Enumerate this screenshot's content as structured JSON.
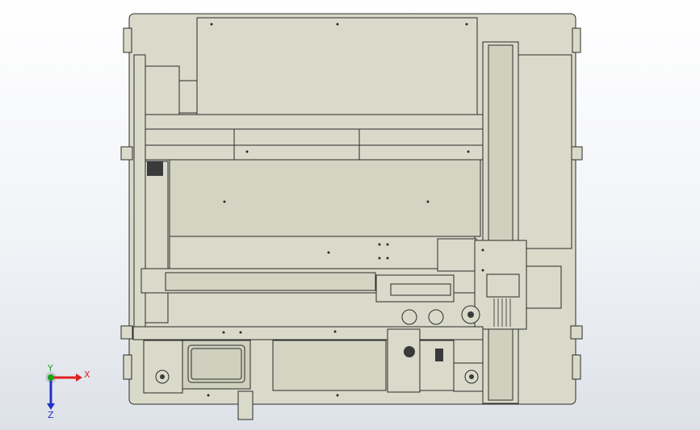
{
  "viewport": {
    "background_top": "#ffffff",
    "background_bottom": "#dde1e8"
  },
  "model": {
    "body_color": "#d9dac9",
    "panel_color": "#d3d4c2",
    "line_color": "#2b2b2b",
    "dark_part_color": "#3a3a3a"
  },
  "triad": {
    "x_label": "X",
    "y_label": "Y",
    "z_label": "Z",
    "x_color": "#e02020",
    "y_color": "#1aa21a",
    "z_color": "#2330c8"
  }
}
